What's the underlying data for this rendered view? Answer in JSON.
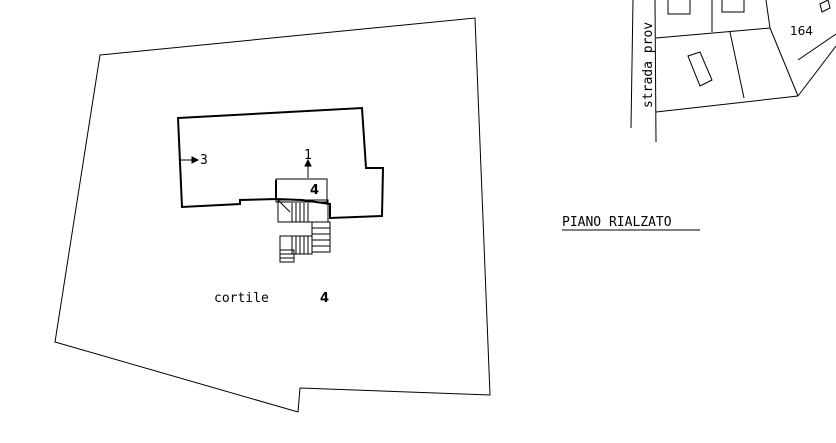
{
  "floor_label": "PIANO RIALZATO",
  "courtyard": {
    "label": "cortile",
    "number": "4"
  },
  "building": {
    "view_marker_1": "1",
    "view_marker_3": "3",
    "room_number": "4"
  },
  "location_inset": {
    "street_label": "strada prov",
    "parcel_number": "164"
  },
  "colors": {
    "line": "#000000",
    "background": "#ffffff"
  }
}
